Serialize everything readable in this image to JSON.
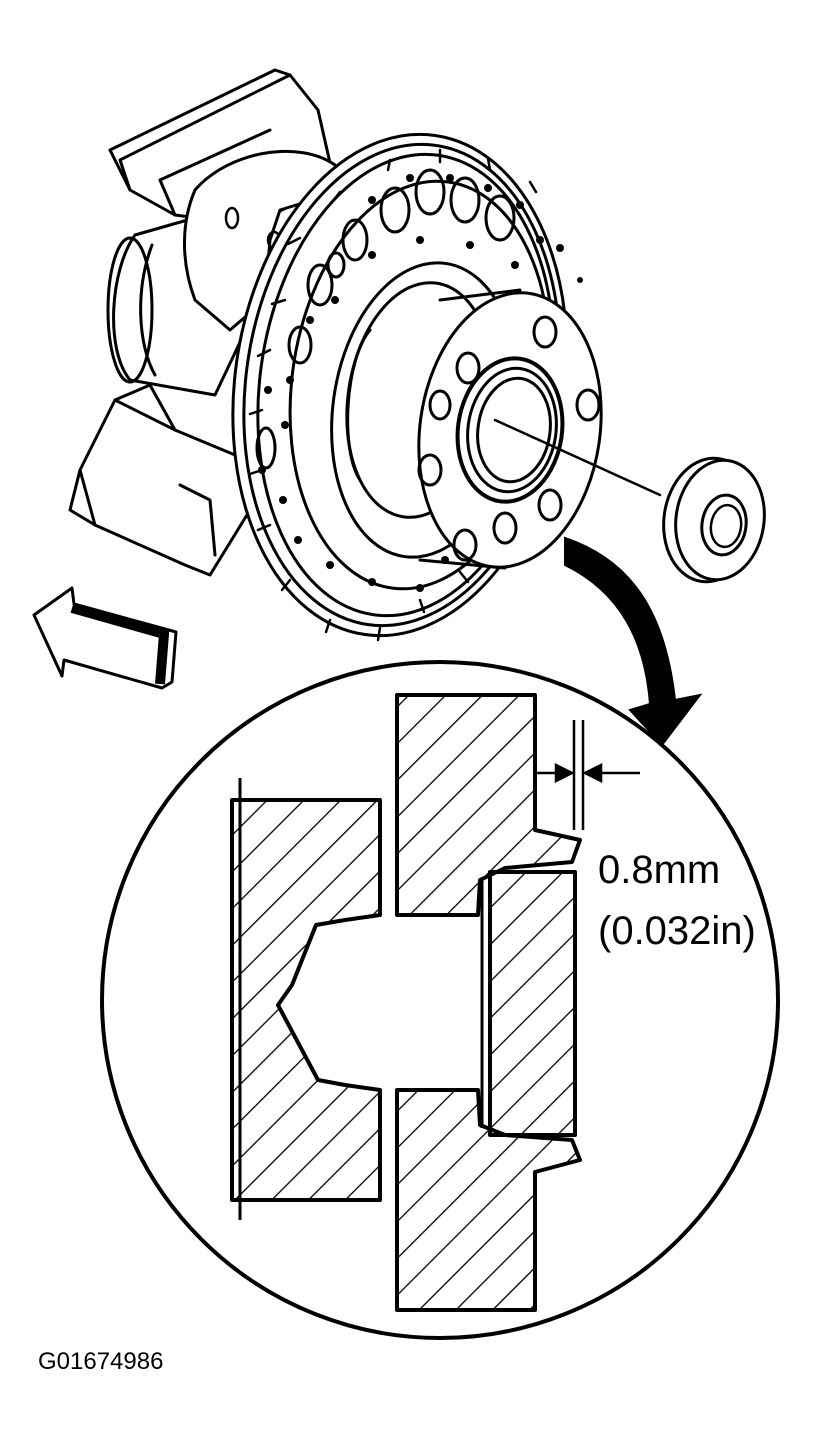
{
  "dimension": {
    "metric": "0.8mm",
    "imperial": "(0.032in)"
  },
  "figure_id": "G01674986"
}
